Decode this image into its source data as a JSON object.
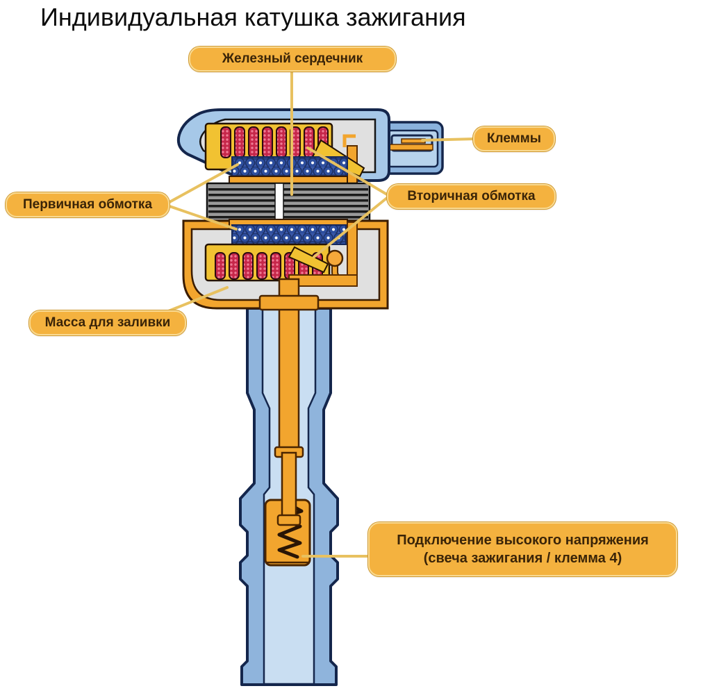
{
  "title": "Индивидуальная катушка зажигания",
  "callouts": {
    "iron_core": {
      "label": "Железный сердечник"
    },
    "terminals": {
      "label": "Клеммы"
    },
    "primary_winding": {
      "label": "Первичная обмотка"
    },
    "secondary_winding": {
      "label": "Вторичная обмотка"
    },
    "potting_compound": {
      "label": "Масса для заливки"
    },
    "hv_connection": {
      "line1": "Подключение высокого напряжения",
      "line2": "(свеча зажигания / клемма 4)"
    }
  },
  "colors": {
    "callout_fill": "#f4b23f",
    "callout_border": "#f9da92",
    "callout_text": "#3a2408",
    "leader_line": "#e8c160",
    "housing_blue": "#a6c8e8",
    "housing_outline": "#14264c",
    "boot_blue": "#8fb4dc",
    "interior_blue": "#c9def2",
    "potting_gray": "#e0e0e0",
    "bobbin_yellow": "#f1c232",
    "winding_red": "#c6274a",
    "winding_blue": "#2e4f9f",
    "conductor_orange": "#f2a52e",
    "core_gray": "#9a9a9a"
  }
}
